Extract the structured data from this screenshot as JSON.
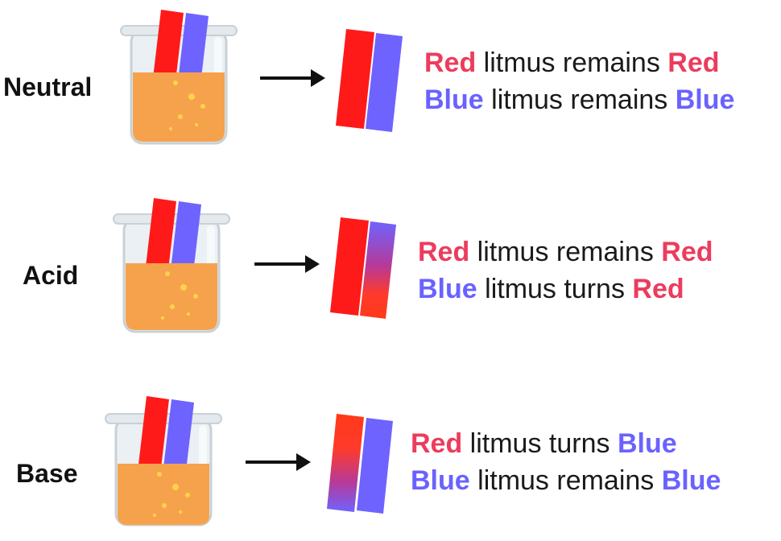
{
  "rows": [
    {
      "id": "neutral",
      "label": "Neutral",
      "line1": {
        "a": "Red",
        "b": " litmus remains ",
        "c": "Red"
      },
      "line2": {
        "a": "Blue",
        "b": " litmus remains ",
        "c": "Blue"
      }
    },
    {
      "id": "acid",
      "label": "Acid",
      "line1": {
        "a": "Red",
        "b": " litmus remains ",
        "c": "Red"
      },
      "line2": {
        "a": "Blue",
        "b": " litmus turns ",
        "c": "Red"
      }
    },
    {
      "id": "base",
      "label": "Base",
      "line1": {
        "a": "Red",
        "b": " litmus turns ",
        "c": "Blue"
      },
      "line2": {
        "a": "Blue",
        "b": " litmus remains ",
        "c": "Blue"
      }
    }
  ],
  "colors": {
    "red_strip": "#ff1a1a",
    "blue_strip": "#6e63ff",
    "liquid": "#f6a24d",
    "red_text": "#ec3c5c",
    "blue_text": "#6a62ff"
  }
}
